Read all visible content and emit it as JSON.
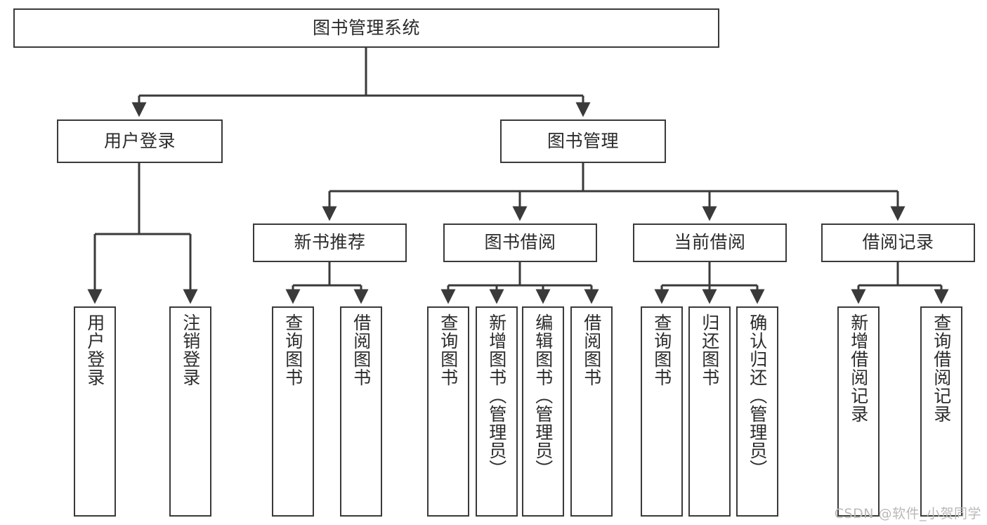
{
  "diagram": {
    "title": "图书管理系统",
    "type": "tree-hierarchy-diagram",
    "colors": {
      "box_border": "#3a3a3a",
      "box_fill": "#ffffff",
      "connector": "#3a3a3a",
      "text": "#2b2b2b",
      "watermark": "#b9b9b9",
      "background": "#ffffff"
    },
    "watermark": "CSDN @软件_小贺同学",
    "levels": {
      "root": {
        "label": "图书管理系统"
      },
      "level1": [
        {
          "label": "用户登录"
        },
        {
          "label": "图书管理"
        }
      ],
      "level2": [
        {
          "label": "新书推荐"
        },
        {
          "label": "图书借阅"
        },
        {
          "label": "当前借阅"
        },
        {
          "label": "借阅记录"
        }
      ],
      "leaves": {
        "user_login": [
          {
            "label": "用户登录"
          },
          {
            "label": "注销登录"
          }
        ],
        "new_book_recommend": [
          {
            "label": "查询图书"
          },
          {
            "label": "借阅图书"
          }
        ],
        "book_borrow": [
          {
            "label": "查询图书"
          },
          {
            "label": "新增图书（管理员）"
          },
          {
            "label": "编辑图书（管理员）"
          },
          {
            "label": "借阅图书"
          }
        ],
        "current_borrow": [
          {
            "label": "查询图书"
          },
          {
            "label": "归还图书"
          },
          {
            "label": "确认归还（管理员）"
          }
        ],
        "borrow_records": [
          {
            "label": "新增借阅记录"
          },
          {
            "label": "查询借阅记录"
          }
        ]
      }
    }
  }
}
